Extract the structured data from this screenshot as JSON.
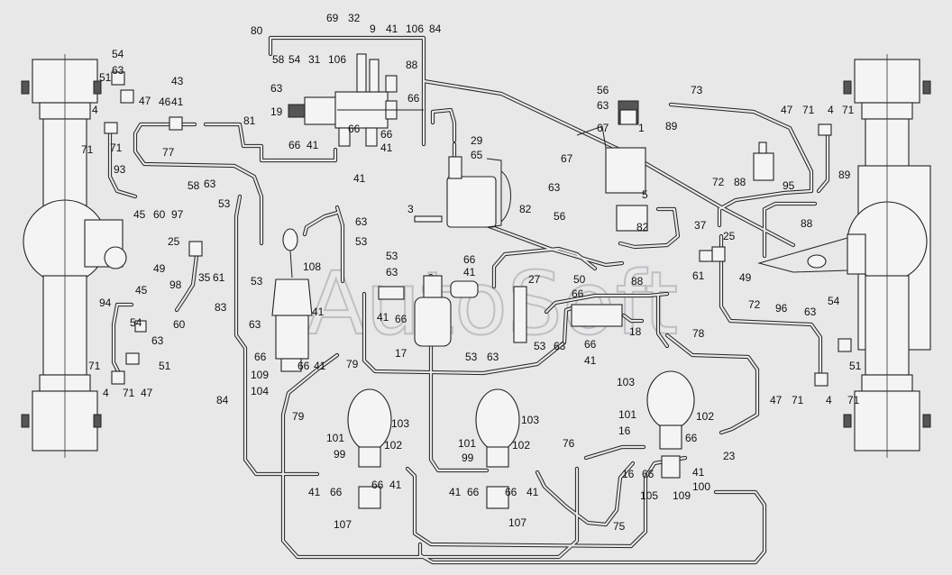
{
  "watermark": "AutoSoft",
  "callouts": [
    {
      "id": "l80",
      "text": "80"
    },
    {
      "id": "l69",
      "text": "69"
    },
    {
      "id": "l32",
      "text": "32"
    },
    {
      "id": "l9",
      "text": "9"
    },
    {
      "id": "l41a",
      "text": "41"
    },
    {
      "id": "l106a",
      "text": "106"
    },
    {
      "id": "l84a",
      "text": "84"
    },
    {
      "id": "l58a",
      "text": "58"
    },
    {
      "id": "l54a",
      "text": "54"
    },
    {
      "id": "l31",
      "text": "31"
    },
    {
      "id": "l106b",
      "text": "106"
    },
    {
      "id": "l88a",
      "text": "88"
    },
    {
      "id": "l63a",
      "text": "63"
    },
    {
      "id": "l66a",
      "text": "66"
    },
    {
      "id": "l19",
      "text": "19"
    },
    {
      "id": "l81",
      "text": "81"
    },
    {
      "id": "l66b",
      "text": "66"
    },
    {
      "id": "l66c",
      "text": "66"
    },
    {
      "id": "l66d",
      "text": "66"
    },
    {
      "id": "l41b",
      "text": "41"
    },
    {
      "id": "l41c",
      "text": "41"
    },
    {
      "id": "l41d",
      "text": "41"
    },
    {
      "id": "l54b",
      "text": "54"
    },
    {
      "id": "l63b",
      "text": "63"
    },
    {
      "id": "l51a",
      "text": "51"
    },
    {
      "id": "l47a",
      "text": "47"
    },
    {
      "id": "l43",
      "text": "43"
    },
    {
      "id": "l41e",
      "text": "41"
    },
    {
      "id": "l46",
      "text": "46"
    },
    {
      "id": "l4a",
      "text": "4"
    },
    {
      "id": "l71a",
      "text": "71"
    },
    {
      "id": "l71b",
      "text": "71"
    },
    {
      "id": "l77",
      "text": "77"
    },
    {
      "id": "l93",
      "text": "93"
    },
    {
      "id": "l58b",
      "text": "58"
    },
    {
      "id": "l63c",
      "text": "63"
    },
    {
      "id": "l53a",
      "text": "53"
    },
    {
      "id": "l45a",
      "text": "45"
    },
    {
      "id": "l60a",
      "text": "60"
    },
    {
      "id": "l97",
      "text": "97"
    },
    {
      "id": "l25a",
      "text": "25"
    },
    {
      "id": "l49a",
      "text": "49"
    },
    {
      "id": "l35",
      "text": "35"
    },
    {
      "id": "l61a",
      "text": "61"
    },
    {
      "id": "l98",
      "text": "98"
    },
    {
      "id": "l45b",
      "text": "45"
    },
    {
      "id": "l94",
      "text": "94"
    },
    {
      "id": "l54c",
      "text": "54"
    },
    {
      "id": "l60b",
      "text": "60"
    },
    {
      "id": "l63d",
      "text": "63"
    },
    {
      "id": "l51b",
      "text": "51"
    },
    {
      "id": "l71c",
      "text": "71"
    },
    {
      "id": "l4b",
      "text": "4"
    },
    {
      "id": "l71d",
      "text": "71"
    },
    {
      "id": "l47b",
      "text": "47"
    },
    {
      "id": "l108",
      "text": "108"
    },
    {
      "id": "l53b",
      "text": "53"
    },
    {
      "id": "l83",
      "text": "83"
    },
    {
      "id": "l63e",
      "text": "63"
    },
    {
      "id": "l66e",
      "text": "66"
    },
    {
      "id": "l41f",
      "text": "41"
    },
    {
      "id": "l66f",
      "text": "66"
    },
    {
      "id": "l41g",
      "text": "41"
    },
    {
      "id": "l109a",
      "text": "109"
    },
    {
      "id": "l104",
      "text": "104"
    },
    {
      "id": "l84b",
      "text": "84"
    },
    {
      "id": "l79a",
      "text": "79"
    },
    {
      "id": "l79b",
      "text": "79"
    },
    {
      "id": "l3",
      "text": "3"
    },
    {
      "id": "l63f",
      "text": "63"
    },
    {
      "id": "l53c",
      "text": "53"
    },
    {
      "id": "l53d",
      "text": "53"
    },
    {
      "id": "l63g",
      "text": "63"
    },
    {
      "id": "l66g",
      "text": "66"
    },
    {
      "id": "l41h",
      "text": "41"
    },
    {
      "id": "l41i",
      "text": "41"
    },
    {
      "id": "l66h",
      "text": "66"
    },
    {
      "id": "l17",
      "text": "17"
    },
    {
      "id": "l29",
      "text": "29"
    },
    {
      "id": "l65",
      "text": "65"
    },
    {
      "id": "l82a",
      "text": "82"
    },
    {
      "id": "l27",
      "text": "27"
    },
    {
      "id": "l53e",
      "text": "53"
    },
    {
      "id": "l63h",
      "text": "63"
    },
    {
      "id": "l56a",
      "text": "56"
    },
    {
      "id": "l63i",
      "text": "63"
    },
    {
      "id": "l67a",
      "text": "67"
    },
    {
      "id": "l1",
      "text": "1"
    },
    {
      "id": "l89a",
      "text": "89"
    },
    {
      "id": "l73",
      "text": "73"
    },
    {
      "id": "l67b",
      "text": "67"
    },
    {
      "id": "l63j",
      "text": "63"
    },
    {
      "id": "l5",
      "text": "5"
    },
    {
      "id": "l56b",
      "text": "56"
    },
    {
      "id": "l82b",
      "text": "82"
    },
    {
      "id": "l50",
      "text": "50"
    },
    {
      "id": "l66i",
      "text": "66"
    },
    {
      "id": "l88b",
      "text": "88"
    },
    {
      "id": "l18",
      "text": "18"
    },
    {
      "id": "l53f",
      "text": "53"
    },
    {
      "id": "l63k",
      "text": "63"
    },
    {
      "id": "l66j",
      "text": "66"
    },
    {
      "id": "l41j",
      "text": "41"
    },
    {
      "id": "l72a",
      "text": "72"
    },
    {
      "id": "l88c",
      "text": "88"
    },
    {
      "id": "l95",
      "text": "95"
    },
    {
      "id": "l37",
      "text": "37"
    },
    {
      "id": "l25b",
      "text": "25"
    },
    {
      "id": "l61b",
      "text": "61"
    },
    {
      "id": "l49b",
      "text": "49"
    },
    {
      "id": "l88d",
      "text": "88"
    },
    {
      "id": "l72b",
      "text": "72"
    },
    {
      "id": "l96",
      "text": "96"
    },
    {
      "id": "l78",
      "text": "78"
    },
    {
      "id": "l47c",
      "text": "47"
    },
    {
      "id": "l71e",
      "text": "71"
    },
    {
      "id": "l4c",
      "text": "4"
    },
    {
      "id": "l71f",
      "text": "71"
    },
    {
      "id": "l89b",
      "text": "89"
    },
    {
      "id": "l63l",
      "text": "63"
    },
    {
      "id": "l54d",
      "text": "54"
    },
    {
      "id": "l51c",
      "text": "51"
    },
    {
      "id": "l47d",
      "text": "47"
    },
    {
      "id": "l71g",
      "text": "71"
    },
    {
      "id": "l4d",
      "text": "4"
    },
    {
      "id": "l71h",
      "text": "71"
    },
    {
      "id": "l103a",
      "text": "103"
    },
    {
      "id": "l101a",
      "text": "101"
    },
    {
      "id": "l102a",
      "text": "102"
    },
    {
      "id": "l99a",
      "text": "99"
    },
    {
      "id": "l41k",
      "text": "41"
    },
    {
      "id": "l66k",
      "text": "66"
    },
    {
      "id": "l66l",
      "text": "66"
    },
    {
      "id": "l41l",
      "text": "41"
    },
    {
      "id": "l107a",
      "text": "107"
    },
    {
      "id": "l103b",
      "text": "103"
    },
    {
      "id": "l101b",
      "text": "101"
    },
    {
      "id": "l102b",
      "text": "102"
    },
    {
      "id": "l99b",
      "text": "99"
    },
    {
      "id": "l41m",
      "text": "41"
    },
    {
      "id": "l66m",
      "text": "66"
    },
    {
      "id": "l66n",
      "text": "66"
    },
    {
      "id": "l41n",
      "text": "41"
    },
    {
      "id": "l107b",
      "text": "107"
    },
    {
      "id": "l76",
      "text": "76"
    },
    {
      "id": "l75",
      "text": "75"
    },
    {
      "id": "l103c",
      "text": "103"
    },
    {
      "id": "l101c",
      "text": "101"
    },
    {
      "id": "l102c",
      "text": "102"
    },
    {
      "id": "l16a",
      "text": "16"
    },
    {
      "id": "l66o",
      "text": "66"
    },
    {
      "id": "l16b",
      "text": "16"
    },
    {
      "id": "l66p",
      "text": "66"
    },
    {
      "id": "l41o",
      "text": "41"
    },
    {
      "id": "l23",
      "text": "23"
    },
    {
      "id": "l105",
      "text": "105"
    },
    {
      "id": "l109b",
      "text": "109"
    },
    {
      "id": "l100",
      "text": "100"
    }
  ]
}
